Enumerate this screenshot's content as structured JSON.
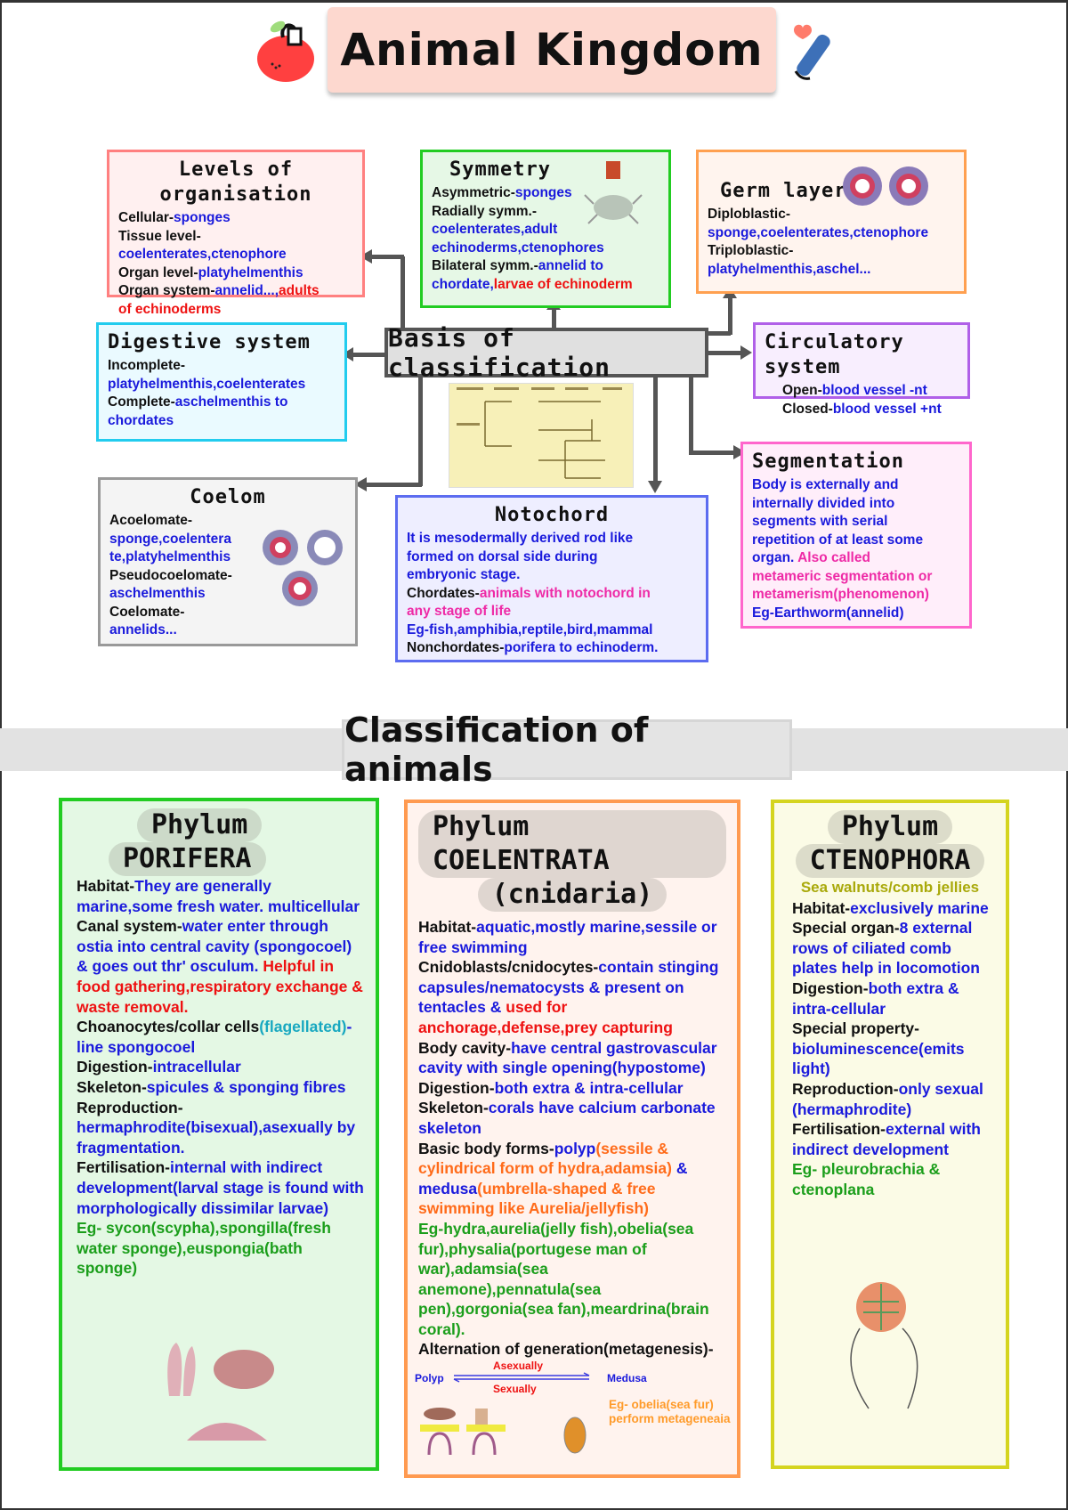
{
  "header": {
    "title": "Animal Kingdom",
    "left_icon": "apple-icon",
    "right_icon": "pen-icon"
  },
  "diagram": {
    "center": "Basis of classification",
    "levels": {
      "title": "Levels of organisation",
      "l1a": "Cellular-",
      "l1b": "sponges",
      "l2a": "Tissue level-",
      "l3b": "coelenterates,ctenophore",
      "l4a": "Organ level-",
      "l4b": "platyhelmenthis",
      "l5a": "Organ system-",
      "l5b": "annelid...,",
      "l5c": "adults",
      "l6c": "of echinoderms"
    },
    "symmetry": {
      "title": "Symmetry",
      "l1a": "Asymmetric-",
      "l1b": "sponges",
      "l2a": "Radially symm.-",
      "l3b": "coelenterates,adult",
      "l4b": "echinoderms,ctenophores",
      "l5a": "Bilateral symm.-",
      "l5b": "annelid to",
      "l6b": "chordate,",
      "l6c": "larvae of echinoderm"
    },
    "germ": {
      "title": "Germ layer",
      "l1a": "Diploblastic-",
      "l2b": "sponge,coelenterates,ctenophore",
      "l3a": "Triploblastic-",
      "l4b": "platyhelmenthis,aschel..."
    },
    "digestive": {
      "title": "Digestive system",
      "l1a": "Incomplete-",
      "l2b": "platyhelmenthis,coelenterates",
      "l3a": "Complete-",
      "l3b": "aschelmenthis to",
      "l4b": "chordates"
    },
    "circulatory": {
      "title": "Circulatory system",
      "l1a": "Open-",
      "l1b": "blood vessel -nt",
      "l2a": "Closed-",
      "l2b": "blood vessel +nt"
    },
    "coelom": {
      "title": "Coelom",
      "l1a": "Acoelomate-",
      "l2b": "sponge,coelentera",
      "l3b": "te,platyhelmenthis",
      "l4a": "Pseudocoelomate-",
      "l5b": "aschelmenthis",
      "l6a": "Coelomate-",
      "l7b": "annelids..."
    },
    "notochord": {
      "title": "Notochord",
      "l1b": "It is mesodermally derived rod like",
      "l2b": "formed on dorsal side during",
      "l3b": "embryonic stage.",
      "l4a": "Chordates-",
      "l4c": "animals with notochord in",
      "l5c": "any stage of life",
      "l6b": "Eg-fish,amphibia,reptile,bird,mammal",
      "l7a": "Nonchordates-",
      "l7b": "porifera to echinoderm."
    },
    "segmentation": {
      "title": "Segmentation",
      "l1b": "Body is externally and",
      "l2b": "internally divided into",
      "l3b": "segments with serial",
      "l4b": "repetition of at least some",
      "l5b": "organ.",
      "l5c": "Also called",
      "l6c": "metameric segmentation or",
      "l7c": "metamerism(phenomenon)",
      "l8b": "Eg-Earthworm(annelid)"
    }
  },
  "section": {
    "title": "Classification of animals"
  },
  "porifera": {
    "pill1": "Phylum",
    "pill2": "PORIFERA",
    "habitat_a": "Habitat-",
    "habitat_b": "They are generally marine,some fresh water. multicellular",
    "canal_a": "Canal system-",
    "canal_b": "water enter through ostia into central cavity (spongocoel) & goes out thr' osculum.",
    "canal_c": "Helpful in food gathering,respiratory exchange & waste removal.",
    "choano_a": "Choanocytes/collar cells",
    "choano_t": "(flagellated)",
    "choano_b": "- line spongocoel",
    "digestion_a": "Digestion-",
    "digestion_b": "intracellular",
    "skeleton_a": "Skeleton-",
    "skeleton_b": "spicules & sponging fibres",
    "repro_a": "Reproduction-",
    "repro_b": "hermaphrodite(bisexual),asexually by fragmentation.",
    "fert_a": "Fertilisation-",
    "fert_b": "internal with indirect development(larval stage is found with morphologically dissimilar larvae)",
    "eg": "Eg- sycon(scypha),spongilla(fresh water sponge),euspongia(bath sponge)"
  },
  "coelentrata": {
    "pill1": "Phylum COELENTRATA",
    "pill2": "(cnidaria)",
    "habitat_a": "Habitat-",
    "habitat_b": "aquatic,mostly marine,sessile or free swimming",
    "cnido_a": "Cnidoblasts/cnidocytes-",
    "cnido_b": "contain stinging capsules/nematocysts & present on tentacles &",
    "cnido_c": "used for anchorage,defense,prey capturing",
    "body_a": "Body cavity-",
    "body_b": "have central gastrovascular cavity with single opening(hypostome)",
    "digestion_a": "Digestion-",
    "digestion_b": "both extra & intra-cellular",
    "skeleton_a": "Skeleton-",
    "skeleton_b": "corals have calcium carbonate skeleton",
    "forms_a": "Basic body forms-",
    "forms_b": "polyp",
    "forms_c": "(sessile & cylindrical form of hydra,adamsia)",
    "forms_d": " & medusa",
    "forms_e": "(umbrella-shaped & free swimming like Aurelia/jellyfish)",
    "eg": "Eg-hydra,aurelia(jelly fish),obelia(sea fur),physalia(portugese man of war),adamsia(sea anemone),pennatula(sea pen),gorgonia(sea fan),meardrina(brain coral).",
    "alt": "Alternation of generation(metagenesis)-",
    "cycle": {
      "left": "Polyp",
      "right": "Medusa",
      "top": "Asexually",
      "bottom": "Sexually"
    },
    "eg2": "Eg- obelia(sea fur) perform metageneaia"
  },
  "ctenophora": {
    "pill1": "Phylum",
    "pill2": "CTENOPHORA",
    "subtitle": "Sea walnuts/comb jellies",
    "habitat_a": "Habitat-",
    "habitat_b": "exclusively marine",
    "organ_a": "Special organ-",
    "organ_b": "8 external rows of ciliated comb plates help in locomotion",
    "digestion_a": "Digestion-",
    "digestion_b": "both extra & intra-cellular",
    "prop_a": "Special property-",
    "prop_b": "bioluminescence(emits light)",
    "repro_a": "Reproduction-",
    "repro_b": "only sexual (hermaphrodite)",
    "fert_a": "Fertilisation-",
    "fert_b": "external with indirect development",
    "eg": "Eg- pleurobrachia & ctenoplana"
  },
  "colors": {
    "levels_border": "#ff8080",
    "symmetry_border": "#22cc22",
    "germ_border": "#ffa050",
    "digestive_border": "#22ccee",
    "circulatory_border": "#b060e8",
    "coelom_border": "#999999",
    "notochord_border": "#5c6cf0",
    "segmentation_border": "#ff66cc",
    "porifera_border": "#22cc22",
    "coelentrata_border": "#ff9a50",
    "ctenophora_border": "#d4d420"
  }
}
